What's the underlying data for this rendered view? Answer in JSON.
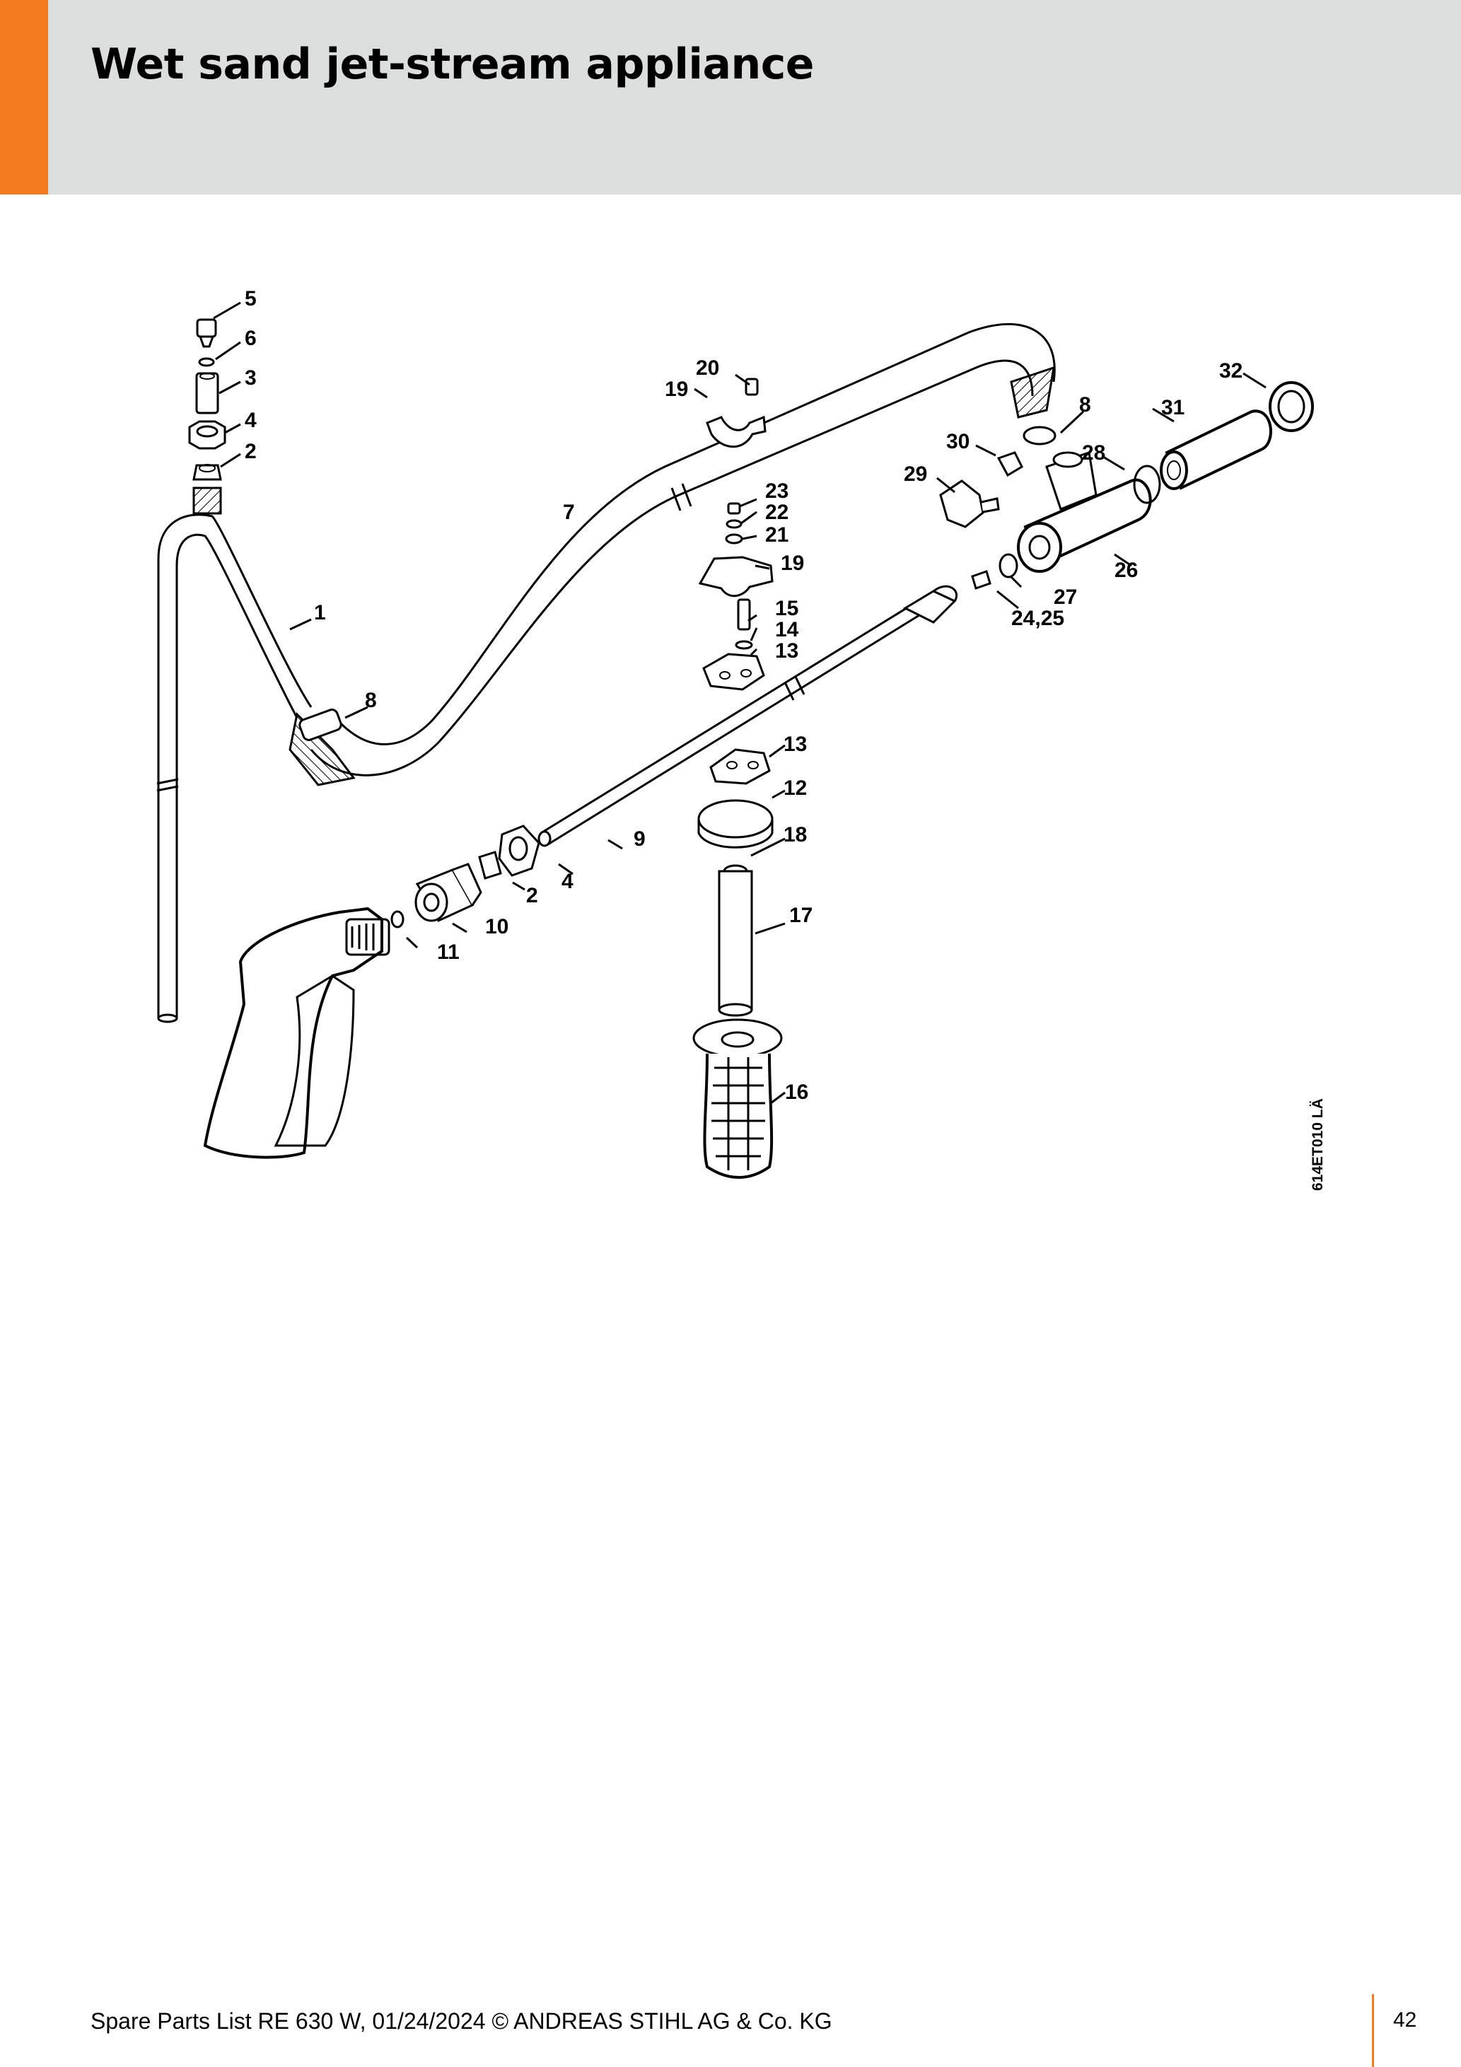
{
  "header": {
    "title": "Wet sand jet-stream appliance",
    "accent_color": "#f37a1f",
    "band_color": "#dcdedd"
  },
  "diagram": {
    "drawing_code": "614ET010 LÄ",
    "callouts": {
      "c1": "1",
      "c2a": "2",
      "c2b": "2",
      "c3": "3",
      "c4a": "4",
      "c4b": "4",
      "c5": "5",
      "c6": "6",
      "c7": "7",
      "c8a": "8",
      "c8b": "8",
      "c9": "9",
      "c10": "10",
      "c11": "11",
      "c12": "12",
      "c13a": "13",
      "c13b": "13",
      "c14": "14",
      "c15": "15",
      "c16": "16",
      "c17": "17",
      "c18": "18",
      "c19a": "19",
      "c19b": "19",
      "c20": "20",
      "c21": "21",
      "c22": "22",
      "c23": "23",
      "c2425": "24,25",
      "c26": "26",
      "c27": "27",
      "c28": "28",
      "c29": "29",
      "c30": "30",
      "c31": "31",
      "c32": "32"
    }
  },
  "footer": {
    "text": "Spare Parts List RE 630 W, 01/24/2024 © ANDREAS STIHL AG & Co. KG",
    "page_number": "42"
  }
}
